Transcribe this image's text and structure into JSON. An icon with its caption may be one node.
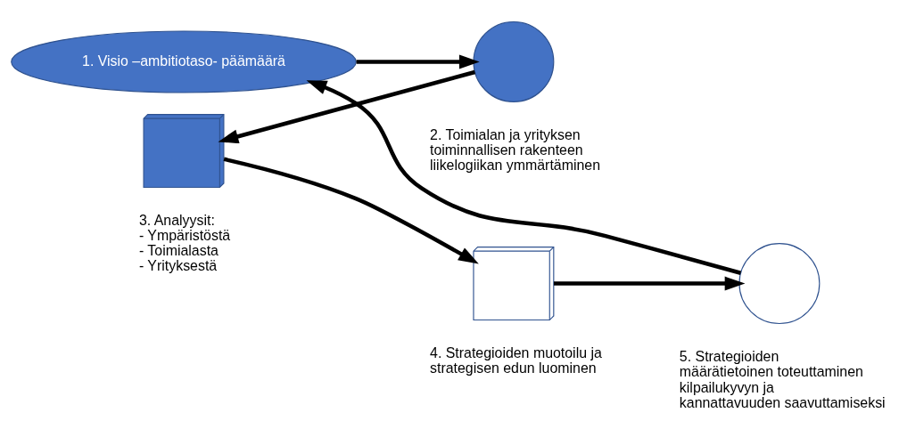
{
  "diagram": {
    "nodes": [
      {
        "text": [
          "1. Visio –ambitiotaso- päämäärä"
        ]
      },
      {
        "text": [],
        "shape": "circle",
        "beside": [
          "2. Toimialan ja yrityksen toiminnallisen rakenteen liikelogiikan ymmärtäminen"
        ]
      },
      {
        "text": [],
        "shape": "box",
        "beside": [
          "3. Analyysit:",
          "- Ympäristöstä",
          "- Toimialasta",
          "- Yrityksestä"
        ]
      },
      {
        "text": [],
        "shape": "box",
        "beside": [
          "4. Strategioiden muotoilu ja strategisen edun luominen"
        ]
      },
      {
        "text": [],
        "shape": "circle",
        "beside": [
          "5. Strategioiden määrätietoinen toteuttaminen kilpailukyvyn ja kannattavuuden saavuttamiseksi"
        ]
      }
    ],
    "edges": [
      {
        "from": 0,
        "to": 1,
        "arrow": "to"
      },
      {
        "from": 1,
        "to": 2,
        "arrow": "to"
      },
      {
        "from": 2,
        "to": 3,
        "arrow": "to"
      },
      {
        "from": 3,
        "to": 4,
        "arrow": "to"
      },
      {
        "from": 4,
        "to": 0,
        "arrow": "to"
      }
    ]
  }
}
